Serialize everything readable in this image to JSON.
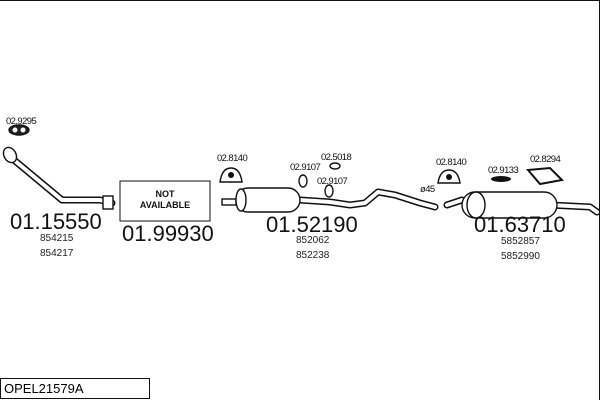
{
  "diagram_code": "OPEL21579A",
  "not_available_label": [
    "NOT",
    "AVAILABLE"
  ],
  "parts": [
    {
      "number": "01.15550",
      "oe": [
        "854215",
        "854217"
      ]
    },
    {
      "number": "01.99930",
      "oe": []
    },
    {
      "number": "01.52190",
      "oe": [
        "852062",
        "852238"
      ]
    },
    {
      "number": "01.63710",
      "oe": [
        "5852857",
        "5852990"
      ]
    }
  ],
  "fittings": {
    "gasket_front": "02.9295",
    "hanger_1": "02.8140",
    "ring_1": "02.9107",
    "ring_2": "02.9107",
    "clamp_1": "02.5018",
    "hanger_2": "02.8140",
    "rubber": "02.9133",
    "ring_large": "02.8294",
    "diameter": "ø45"
  }
}
